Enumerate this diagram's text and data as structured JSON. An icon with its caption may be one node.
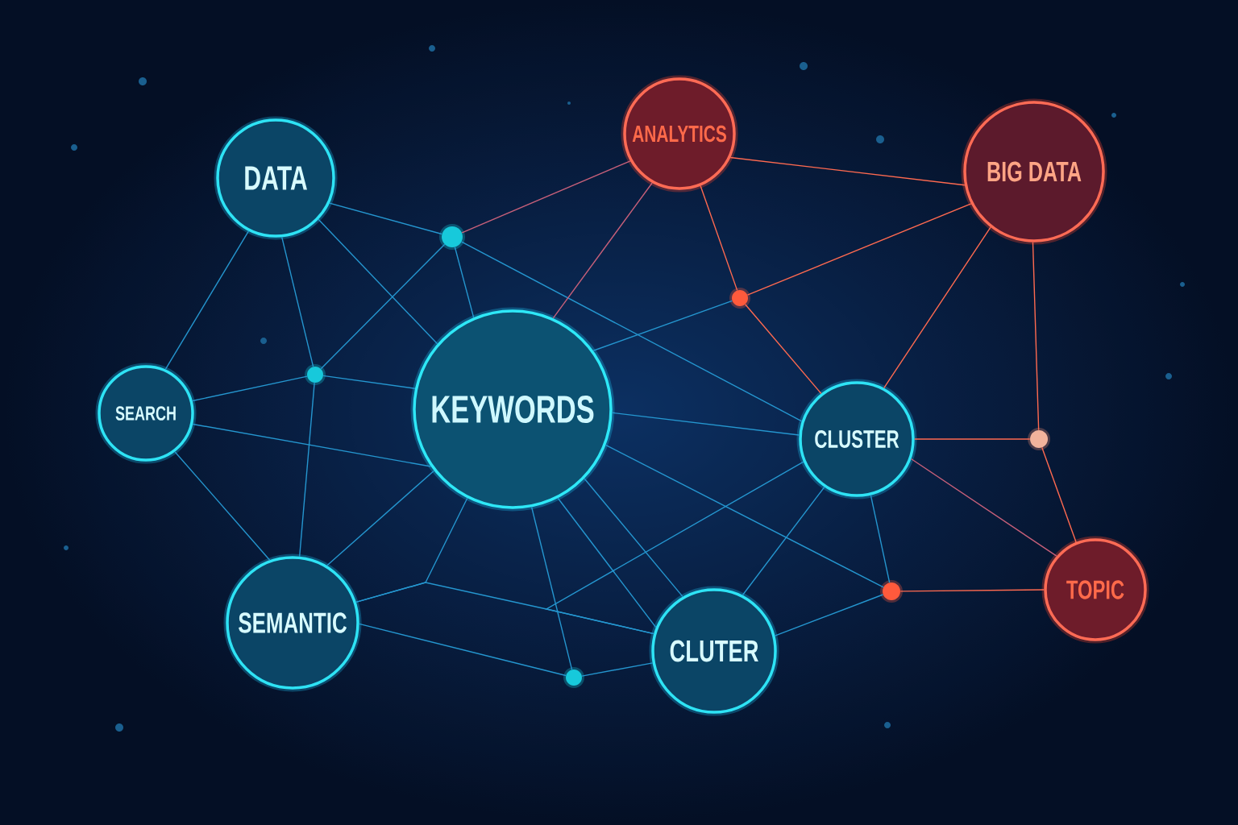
{
  "diagram": {
    "nodes": [
      {
        "text": [
          "DATA"
        ]
      },
      {
        "text": [
          "ANALYTICS"
        ]
      },
      {
        "text": [
          "BIG DATA"
        ]
      },
      {
        "text": [
          "SEARCH"
        ]
      },
      {
        "text": [
          "KEYWORDS"
        ]
      },
      {
        "text": [
          "CLUSTER"
        ]
      },
      {
        "text": [
          "SEMANTIC"
        ]
      },
      {
        "text": [
          "CLUTER"
        ]
      },
      {
        "text": [
          "TOPIC"
        ]
      },
      {
        "text": [],
        "shape": "circle"
      },
      {
        "text": [],
        "shape": "circle"
      },
      {
        "text": [],
        "shape": "circle"
      },
      {
        "text": [],
        "shape": "circle"
      },
      {
        "text": [],
        "shape": "circle"
      },
      {
        "text": [],
        "shape": "circle"
      }
    ],
    "edges": [
      {
        "from": 0,
        "to": 10,
        "arrow": "none"
      },
      {
        "from": 0,
        "to": 3,
        "arrow": "none"
      },
      {
        "from": 0,
        "to": 9,
        "arrow": "none"
      },
      {
        "from": 0,
        "to": 4,
        "arrow": "none"
      },
      {
        "from": 10,
        "to": 1,
        "arrow": "none",
        "color": "#c8607a"
      },
      {
        "from": 10,
        "to": 9,
        "arrow": "none"
      },
      {
        "from": 10,
        "to": 4,
        "arrow": "none"
      },
      {
        "from": 10,
        "to": 5,
        "arrow": "none"
      },
      {
        "from": 3,
        "to": 9,
        "arrow": "none"
      },
      {
        "from": 9,
        "to": 4,
        "arrow": "none"
      },
      {
        "from": 9,
        "to": 6,
        "arrow": "none"
      },
      {
        "from": 3,
        "to": 6,
        "arrow": "none"
      },
      {
        "from": 3,
        "to": 4,
        "arrow": "none"
      },
      {
        "from": 6,
        "to": 4,
        "arrow": "none"
      },
      {
        "from": 6,
        "to": 7,
        "arrow": "none"
      },
      {
        "from": 4,
        "to": 6,
        "arrow": "none"
      },
      {
        "from": 6,
        "to": 11,
        "arrow": "none"
      },
      {
        "from": 4,
        "to": 1,
        "arrow": "none",
        "color": "#c8607a"
      },
      {
        "from": 4,
        "to": 12,
        "arrow": "none"
      },
      {
        "from": 4,
        "to": 5,
        "arrow": "none"
      },
      {
        "from": 4,
        "to": 13,
        "arrow": "none"
      },
      {
        "from": 4,
        "to": 7,
        "arrow": "none"
      },
      {
        "from": 4,
        "to": 7,
        "arrow": "none"
      },
      {
        "from": 4,
        "to": 11,
        "arrow": "none"
      },
      {
        "from": 1,
        "to": 12,
        "arrow": "none",
        "color": "#ff6a50"
      },
      {
        "from": 12,
        "to": 2,
        "arrow": "none",
        "color": "#ff6a50"
      },
      {
        "from": 12,
        "to": 5,
        "arrow": "none",
        "color": "#ff6a50"
      },
      {
        "from": 1,
        "to": 2,
        "arrow": "none",
        "color": "#ff6a50"
      },
      {
        "from": 2,
        "to": 5,
        "arrow": "none",
        "color": "#ff6a50"
      },
      {
        "from": 2,
        "to": 14,
        "arrow": "none",
        "color": "#ff6a50"
      },
      {
        "from": 5,
        "to": 14,
        "arrow": "none",
        "color": "#ff6a50"
      },
      {
        "from": 14,
        "to": 8,
        "arrow": "none",
        "color": "#ff6a50"
      },
      {
        "from": 5,
        "to": 8,
        "arrow": "none",
        "color": "#c8607a"
      },
      {
        "from": 5,
        "to": 13,
        "arrow": "none"
      },
      {
        "from": 5,
        "to": 7,
        "arrow": "none"
      },
      {
        "from": 5,
        "to": 7,
        "arrow": "none"
      },
      {
        "from": 13,
        "to": 8,
        "arrow": "none",
        "color": "#ff6a50"
      },
      {
        "from": 13,
        "to": 7,
        "arrow": "none"
      },
      {
        "from": 11,
        "to": 7,
        "arrow": "none"
      }
    ]
  }
}
